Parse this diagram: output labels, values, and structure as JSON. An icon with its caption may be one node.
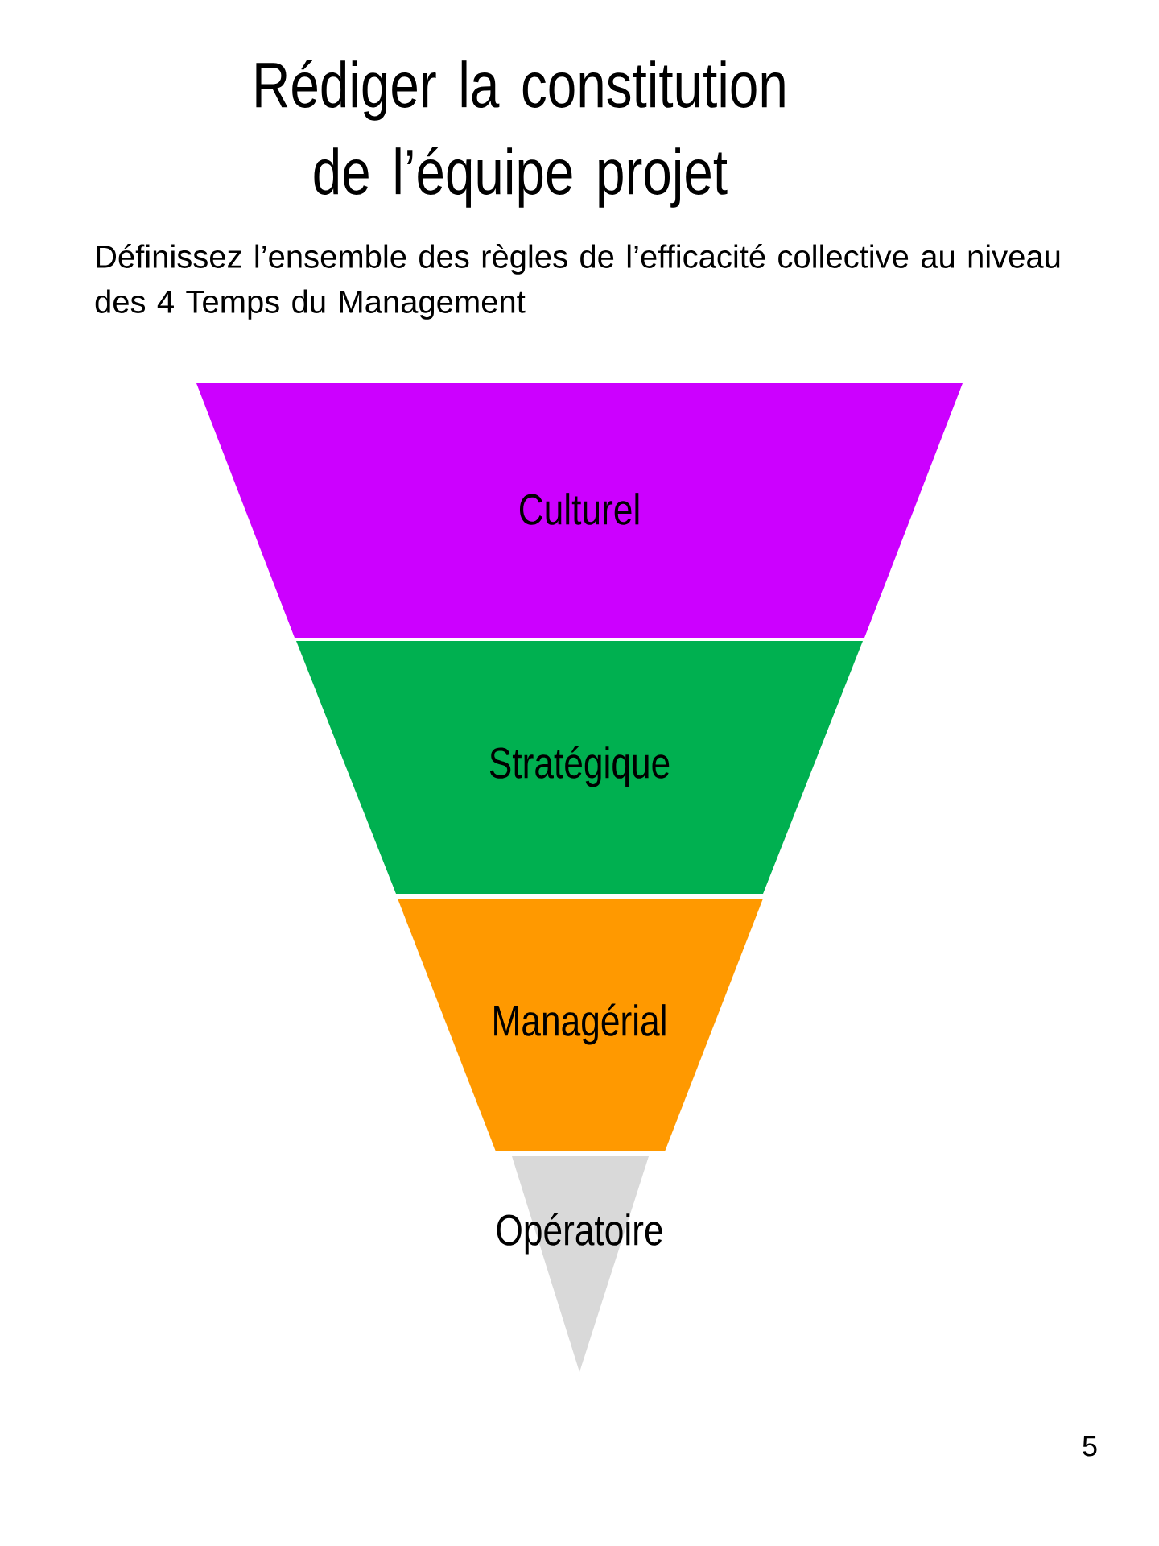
{
  "diagram": {
    "title": "Rédiger la constitution de l’équipe projet",
    "nodes": [
      {
        "text": [
          "Culturel"
        ]
      },
      {
        "text": [
          "Stratégique"
        ]
      },
      {
        "text": [
          "Managérial"
        ]
      },
      {
        "text": [
          "Opératoire"
        ]
      }
    ],
    "labels": [
      "Définissez l’ensemble des règles de l’efficacité collective au niveau des 4 Temps du Management",
      "5"
    ]
  }
}
